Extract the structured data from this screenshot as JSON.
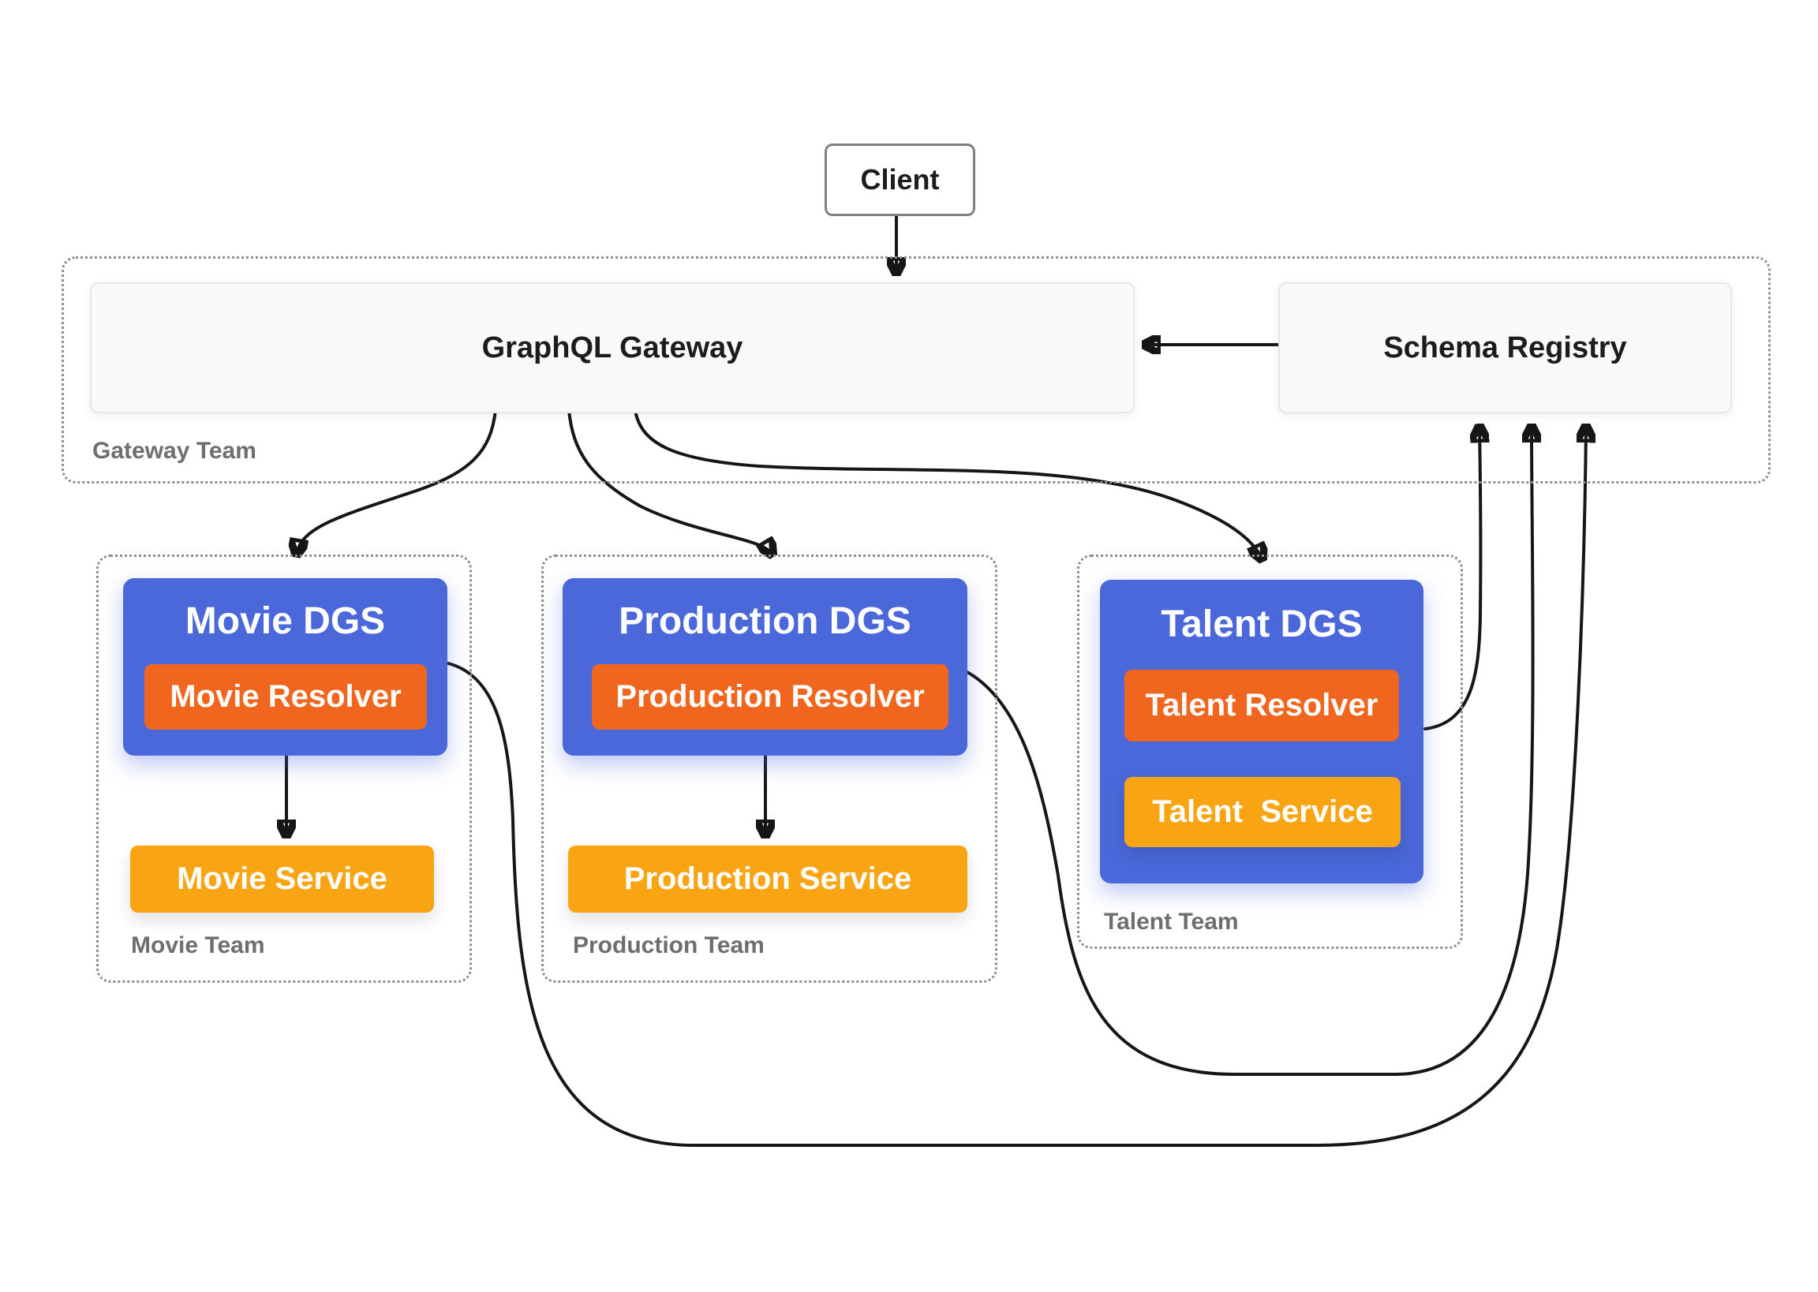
{
  "diagram": {
    "client": {
      "label": "Client"
    },
    "gateway_team": {
      "label": "Gateway Team",
      "graphql_gateway": {
        "label": "GraphQL Gateway"
      },
      "schema_registry": {
        "label": "Schema Registry"
      }
    },
    "movie_team": {
      "label": "Movie Team",
      "dgs": {
        "label": "Movie DGS"
      },
      "resolver": {
        "label": "Movie Resolver"
      },
      "service": {
        "label": "Movie Service"
      }
    },
    "production_team": {
      "label": "Production Team",
      "dgs": {
        "label": "Production DGS"
      },
      "resolver": {
        "label": "Production Resolver"
      },
      "service": {
        "label": "Production Service"
      }
    },
    "talent_team": {
      "label": "Talent Team",
      "dgs": {
        "label": "Talent DGS"
      },
      "resolver": {
        "label": "Talent Resolver"
      },
      "service": {
        "label": "Talent  Service"
      }
    }
  },
  "edges": [
    {
      "from": "Client",
      "to": "GraphQL Gateway"
    },
    {
      "from": "Schema Registry",
      "to": "GraphQL Gateway"
    },
    {
      "from": "GraphQL Gateway",
      "to": "Movie DGS"
    },
    {
      "from": "GraphQL Gateway",
      "to": "Production DGS"
    },
    {
      "from": "GraphQL Gateway",
      "to": "Talent DGS"
    },
    {
      "from": "Movie DGS",
      "to": "Movie Service"
    },
    {
      "from": "Production DGS",
      "to": "Production Service"
    },
    {
      "from": "Movie Resolver",
      "to": "Schema Registry"
    },
    {
      "from": "Production Resolver",
      "to": "Schema Registry"
    },
    {
      "from": "Talent Resolver",
      "to": "Schema Registry"
    }
  ],
  "colors": {
    "dgs_blue": "#4b68da",
    "resolver_orange": "#f0661f",
    "service_amber": "#f9a412",
    "panel_bg": "#f9f9f9",
    "line_black": "#161616",
    "dash_gray": "#8f8f8f",
    "team_label_gray": "#6e6e6e"
  }
}
